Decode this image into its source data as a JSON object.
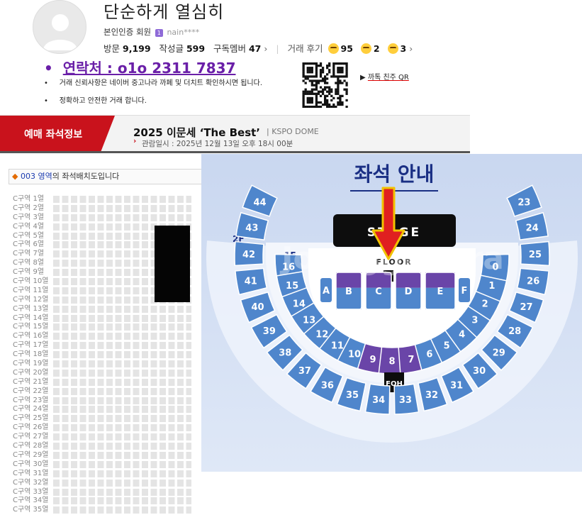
{
  "profile": {
    "name": "단순하게 열심히",
    "member_label": "본인인증 회원",
    "badge": "1",
    "user_id": "nain****",
    "stats": {
      "visit_label": "방문",
      "visit_value": "9,199",
      "posts_label": "작성글",
      "posts_value": "599",
      "subs_label": "구독멤버",
      "subs_value": "47",
      "review_label": "거래 후기",
      "review_good": "95",
      "review_soso": "2",
      "review_bad": "3"
    }
  },
  "contact": {
    "line": "연락처 : o1o 2311 7837",
    "note1": "거래 신뢰사항은 네이버 중고나라 까페 및 더치트 확인하시면 됩니다.",
    "note2": "정확하고 안전한 거래 합니다.",
    "qr_label": "까톡 친주 QR"
  },
  "booking": {
    "tab_label": "예매 좌석정보",
    "title": "2025 이문세 ‘The Best’",
    "venue": "| KSPO DOME",
    "date": "관람일시 : 2025년 12월 13일 오후 18시 00분"
  },
  "seat_panel": {
    "zone_prefix": "◆",
    "zone_id": "003 영역",
    "zone_text": "의 좌석배치도입니다",
    "rows": [
      "C구역 1열",
      "C구역 2열",
      "C구역 3열",
      "C구역 4열",
      "C구역 5열",
      "C구역 6열",
      "C구역 7열",
      "C구역 8열",
      "C구역 9열",
      "C구역 10열",
      "C구역 11열",
      "C구역 12열",
      "C구역 13열",
      "C구역 14열",
      "C구역 15열",
      "C구역 16열",
      "C구역 17열",
      "C구역 18열",
      "C구역 19열",
      "C구역 20열",
      "C구역 21열",
      "C구역 22열",
      "C구역 23열",
      "C구역 24열",
      "C구역 25열",
      "C구역 26열",
      "C구역 27열",
      "C구역 28열",
      "C구역 29열",
      "C구역 30열",
      "C구역 31열",
      "C구역 32열",
      "C구역 33열",
      "C구역 34열",
      "C구역 35열"
    ]
  },
  "seat_map": {
    "title": "좌석 안내",
    "stage": "STAGE",
    "floor": "FLOOR",
    "level_2f": "2F",
    "level_1f": "1F",
    "foh": "FOH",
    "watermark": "Joonggonara",
    "colors": {
      "seat_blue": "#4f86cc",
      "seat_purple": "#6a45a8",
      "arrow": "#e02020",
      "arrow_outline": "#f2c200"
    },
    "floor_blocks": [
      "A",
      "B",
      "C",
      "D",
      "E",
      "F"
    ],
    "sections_2f": [
      "44",
      "43",
      "42",
      "41",
      "40",
      "39",
      "38",
      "37",
      "36",
      "35",
      "34",
      "33",
      "32",
      "31",
      "30",
      "29",
      "28",
      "27",
      "26",
      "25",
      "24",
      "23"
    ],
    "sections_1f": [
      "16",
      "15",
      "14",
      "13",
      "12",
      "11",
      "10",
      "9",
      "8",
      "7",
      "6",
      "5",
      "4",
      "3",
      "2",
      "1",
      "0"
    ]
  }
}
